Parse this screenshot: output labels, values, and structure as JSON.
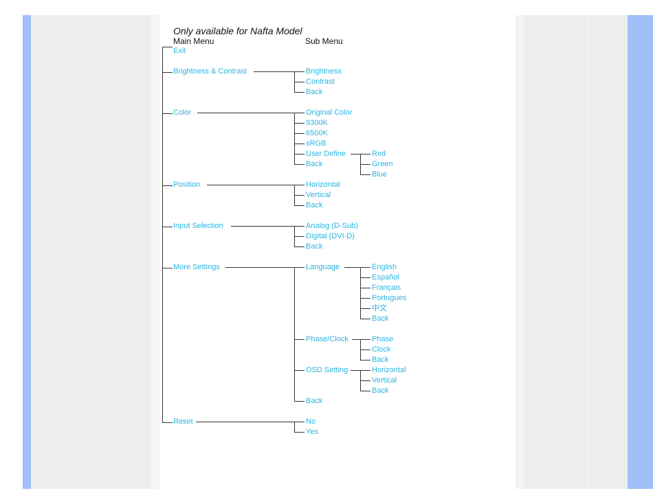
{
  "note": "Only available for Nafta Model",
  "headers": {
    "main": "Main Menu",
    "sub": "Sub Menu"
  },
  "main_menu": [
    "Exit",
    "Brightness & Contrast",
    "Color",
    "Position",
    "Input Selection",
    "More Settings",
    "Reset"
  ],
  "brightness_contrast": [
    "Brightness",
    "Contrast",
    "Back"
  ],
  "color": [
    "Original Color",
    "9300K",
    "6500K",
    "sRGB",
    "User Define",
    "Back"
  ],
  "user_define": [
    "Red",
    "Green",
    "Blue"
  ],
  "position": [
    "Horizontal",
    "Vertical",
    "Back"
  ],
  "input_selection": [
    "Analog (D-Sub)",
    "Digital (DVI-D)",
    "Back"
  ],
  "more_settings": [
    "Language",
    "Phase/Clock",
    "OSD Setting",
    "Back"
  ],
  "language": [
    "English",
    "Español",
    "Français",
    "Portugues",
    "中文",
    "Back"
  ],
  "phase_clock": [
    "Phase",
    "Clock",
    "Back"
  ],
  "osd_setting": [
    "Horizontal",
    "Vertical",
    "Back"
  ],
  "reset": [
    "No",
    "Yes"
  ],
  "colors": {
    "menu_text": "#2ab4e2",
    "side_blue": "#9ec1f8",
    "side_gray": "#eeeeee"
  }
}
